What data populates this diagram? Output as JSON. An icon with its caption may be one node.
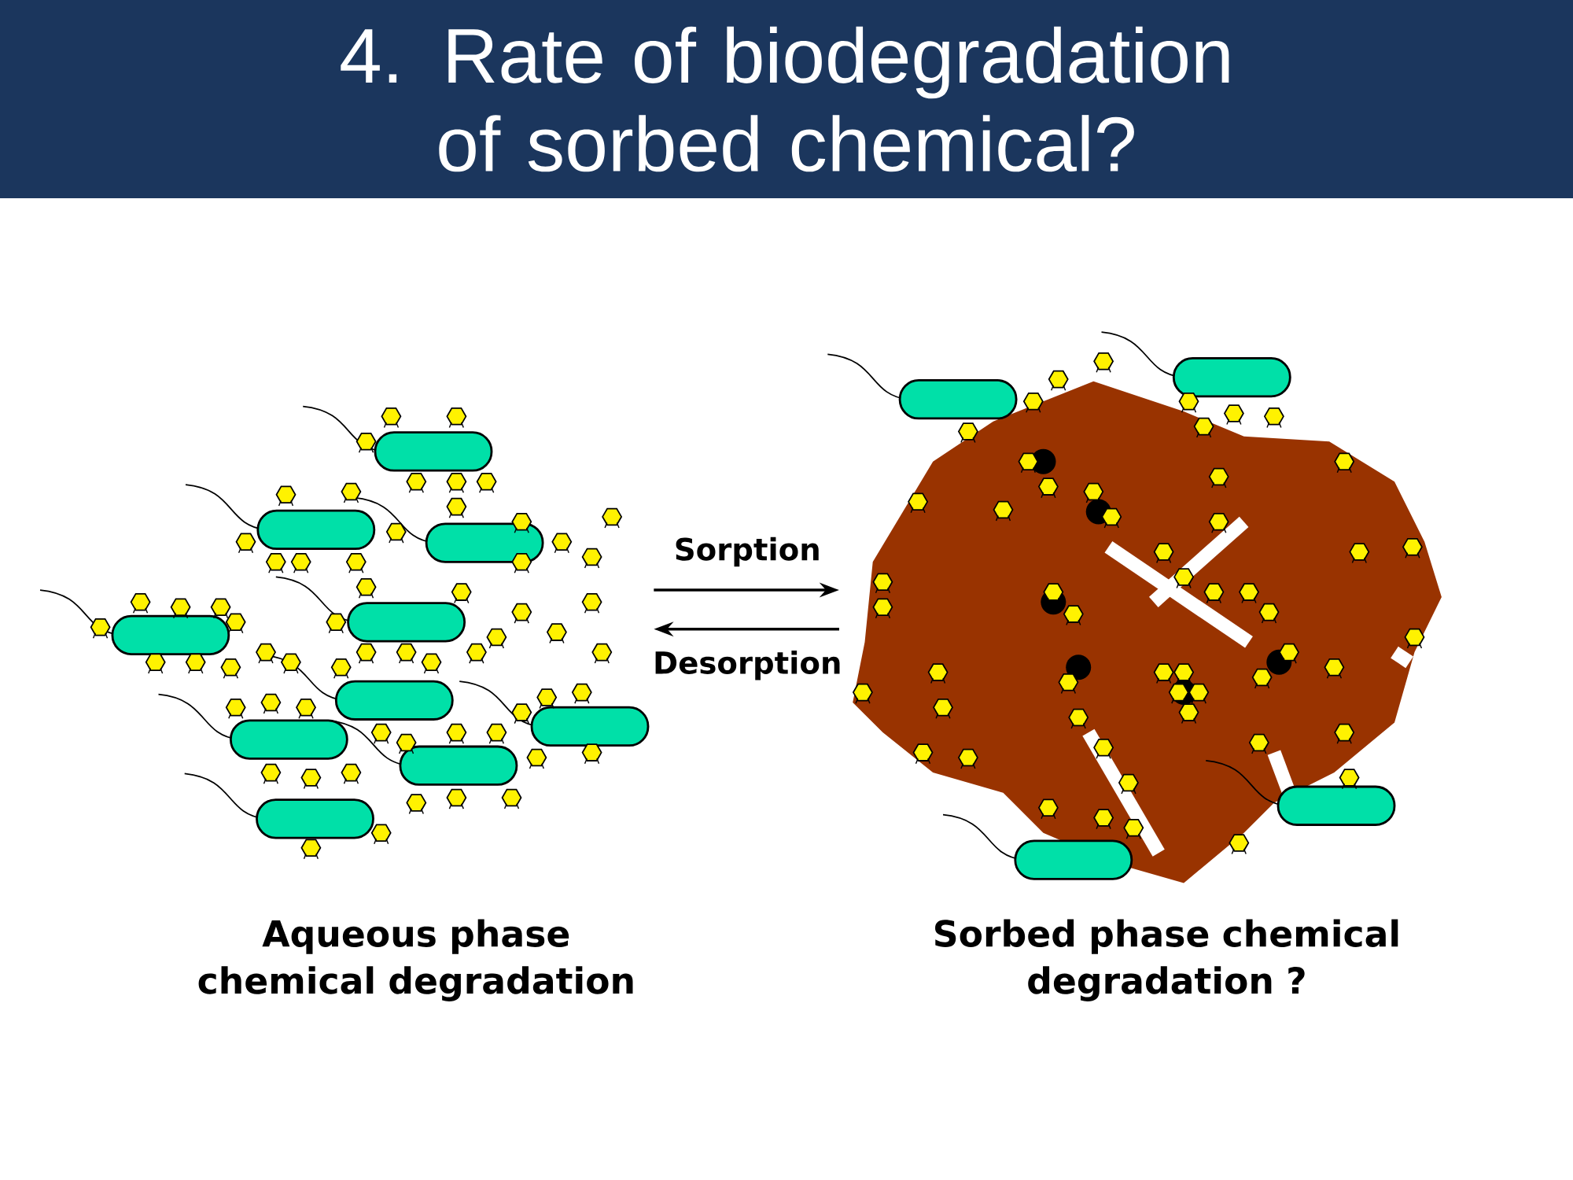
{
  "diagram": {
    "title": "4. Rate of biodegradation of sorbed chemical?",
    "nodes": [
      {
        "text": [],
        "shape": "picture",
        "beside": [
          "Aqueous phase chemical degradation"
        ]
      },
      {
        "text": [],
        "shape": "picture",
        "beside": [
          "Sorbed phase chemical degradation ?"
        ]
      }
    ],
    "edges": [
      {
        "from": 0,
        "to": 1,
        "arrow": "to",
        "label": "Sorption"
      },
      {
        "from": 1,
        "to": 0,
        "arrow": "to",
        "label": "Desorption"
      }
    ]
  }
}
